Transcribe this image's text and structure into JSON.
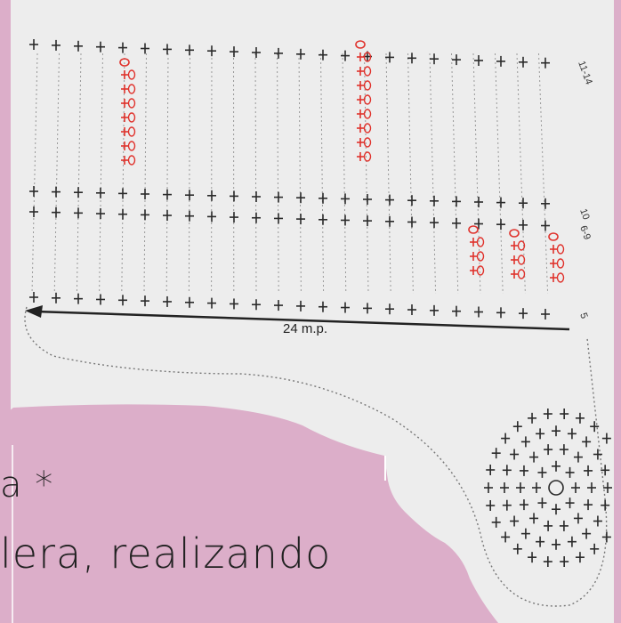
{
  "diagram": {
    "width_label": "24 m.p.",
    "row_labels": {
      "top": "11-14",
      "mid": "10",
      "mid2": "6-9",
      "bottom": "5"
    }
  },
  "caption": {
    "line1": "a *",
    "line2": "lera, realizando"
  },
  "colors": {
    "paper": "#efefef",
    "ink": "#2a2a2a",
    "red_stitches": "#e0322c",
    "overlay_pink": "#dcaec9"
  }
}
